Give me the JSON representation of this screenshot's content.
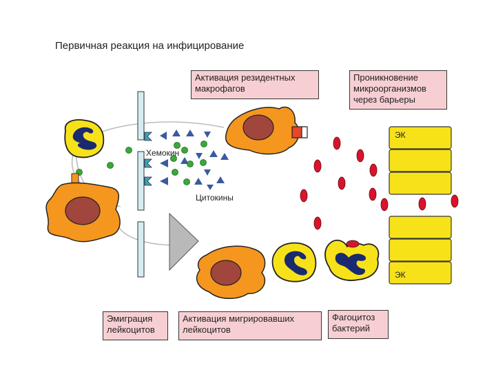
{
  "title": "Первичная реакция на инфицирование",
  "boxes": {
    "resident_macrophages": "Активация резидентных макрофагов",
    "penetration": "Проникновение микроорганизмов через барьеры",
    "emigration": "Эмиграция лейкоцитов",
    "migrated_activation": "Активация мигрировавших лейкоцитов",
    "phagocytosis": "Фагоцитоз бактерий"
  },
  "labels": {
    "chemokine": "Хемокин",
    "cytokines": "Цитокины",
    "ek_top": "ЭК",
    "ek_bottom": "ЭК"
  },
  "colors": {
    "macrophage": "#f5961e",
    "nucleus": "#a0463c",
    "neutrophil": "#f7e21a",
    "neutrophil_nucleus": "#1a2a6e",
    "bacterium": "#d9142a",
    "endothelium": "#f7e21a",
    "box": "#f7cfd3",
    "chemokine_triangle": "#3a5aa0",
    "chemokine_dot": "#3aa83a",
    "receptor": "#3aa8a8",
    "vessel_wall": "#d6ecf0"
  }
}
